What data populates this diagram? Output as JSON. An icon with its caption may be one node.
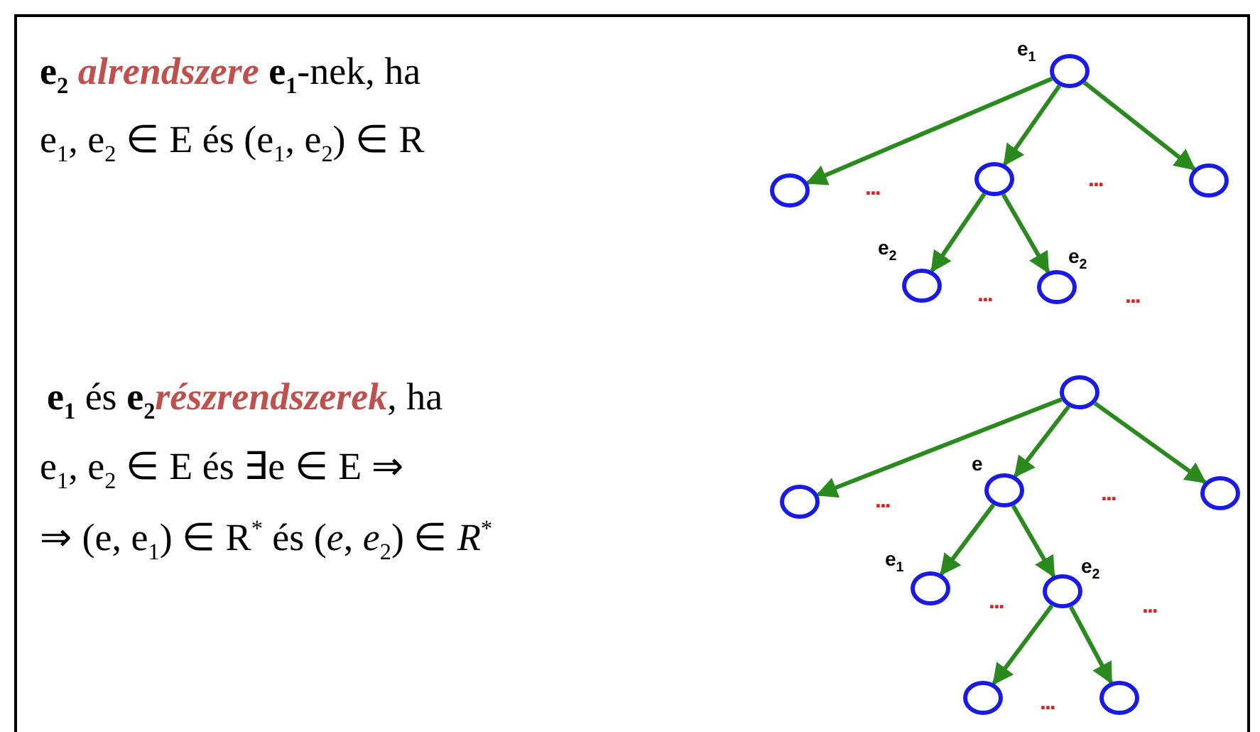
{
  "diagram": {
    "nodes": [
      {
        "text": [],
        "shape": "circle",
        "beside": [
          "e$_{1}$"
        ]
      },
      {
        "text": [],
        "shape": "circle"
      },
      {
        "text": [],
        "shape": "circle"
      },
      {
        "text": [],
        "shape": "circle"
      },
      {
        "text": [],
        "shape": "circle",
        "beside": [
          "e$_{2}$"
        ]
      },
      {
        "text": [],
        "shape": "circle",
        "beside": [
          "e$_{2}$"
        ]
      },
      {
        "text": [],
        "shape": "circle"
      },
      {
        "text": [],
        "shape": "circle"
      },
      {
        "text": [],
        "shape": "circle",
        "beside": [
          "e"
        ]
      },
      {
        "text": [],
        "shape": "circle"
      },
      {
        "text": [],
        "shape": "circle",
        "beside": [
          "e$_{1}$"
        ]
      },
      {
        "text": [],
        "shape": "circle",
        "beside": [
          "e$_{2}$"
        ]
      },
      {
        "text": [],
        "shape": "circle"
      },
      {
        "text": [],
        "shape": "circle"
      }
    ],
    "edges": [
      {
        "from": 0,
        "to": 1,
        "arrow": "to"
      },
      {
        "from": 0,
        "to": 2,
        "arrow": "to"
      },
      {
        "from": 0,
        "to": 3,
        "arrow": "to"
      },
      {
        "from": 2,
        "to": 4,
        "arrow": "to"
      },
      {
        "from": 2,
        "to": 5,
        "arrow": "to"
      },
      {
        "from": 6,
        "to": 7,
        "arrow": "to"
      },
      {
        "from": 6,
        "to": 8,
        "arrow": "to"
      },
      {
        "from": 6,
        "to": 9,
        "arrow": "to"
      },
      {
        "from": 8,
        "to": 10,
        "arrow": "to"
      },
      {
        "from": 8,
        "to": 11,
        "arrow": "to"
      },
      {
        "from": 11,
        "to": 12,
        "arrow": "to"
      },
      {
        "from": 11,
        "to": 13,
        "arrow": "to"
      }
    ],
    "labels": [
      "**e**$_{2}$ *alrendszere* **e**$_{1}$-nek, ha",
      "e$_{1}$, e$_{2}$ ∈ E  és  (e$_{1}$, e$_{2}$) ∈ R",
      "**e**$_{1}$ és **e**$_{2}$*részrendszerek*, ha",
      "e$_{1}$, e$_{2}$ ∈ E  és  ∃e ∈ E ⇒",
      "⇒ (e, e$_{1}$) ∈ R$^{*}$  és  (*e*, *e*$_{2}$) ∈ *R*$^{*}$",
      "...",
      "...",
      "...",
      "...",
      "...",
      "...",
      "...",
      "...",
      "..."
    ]
  }
}
